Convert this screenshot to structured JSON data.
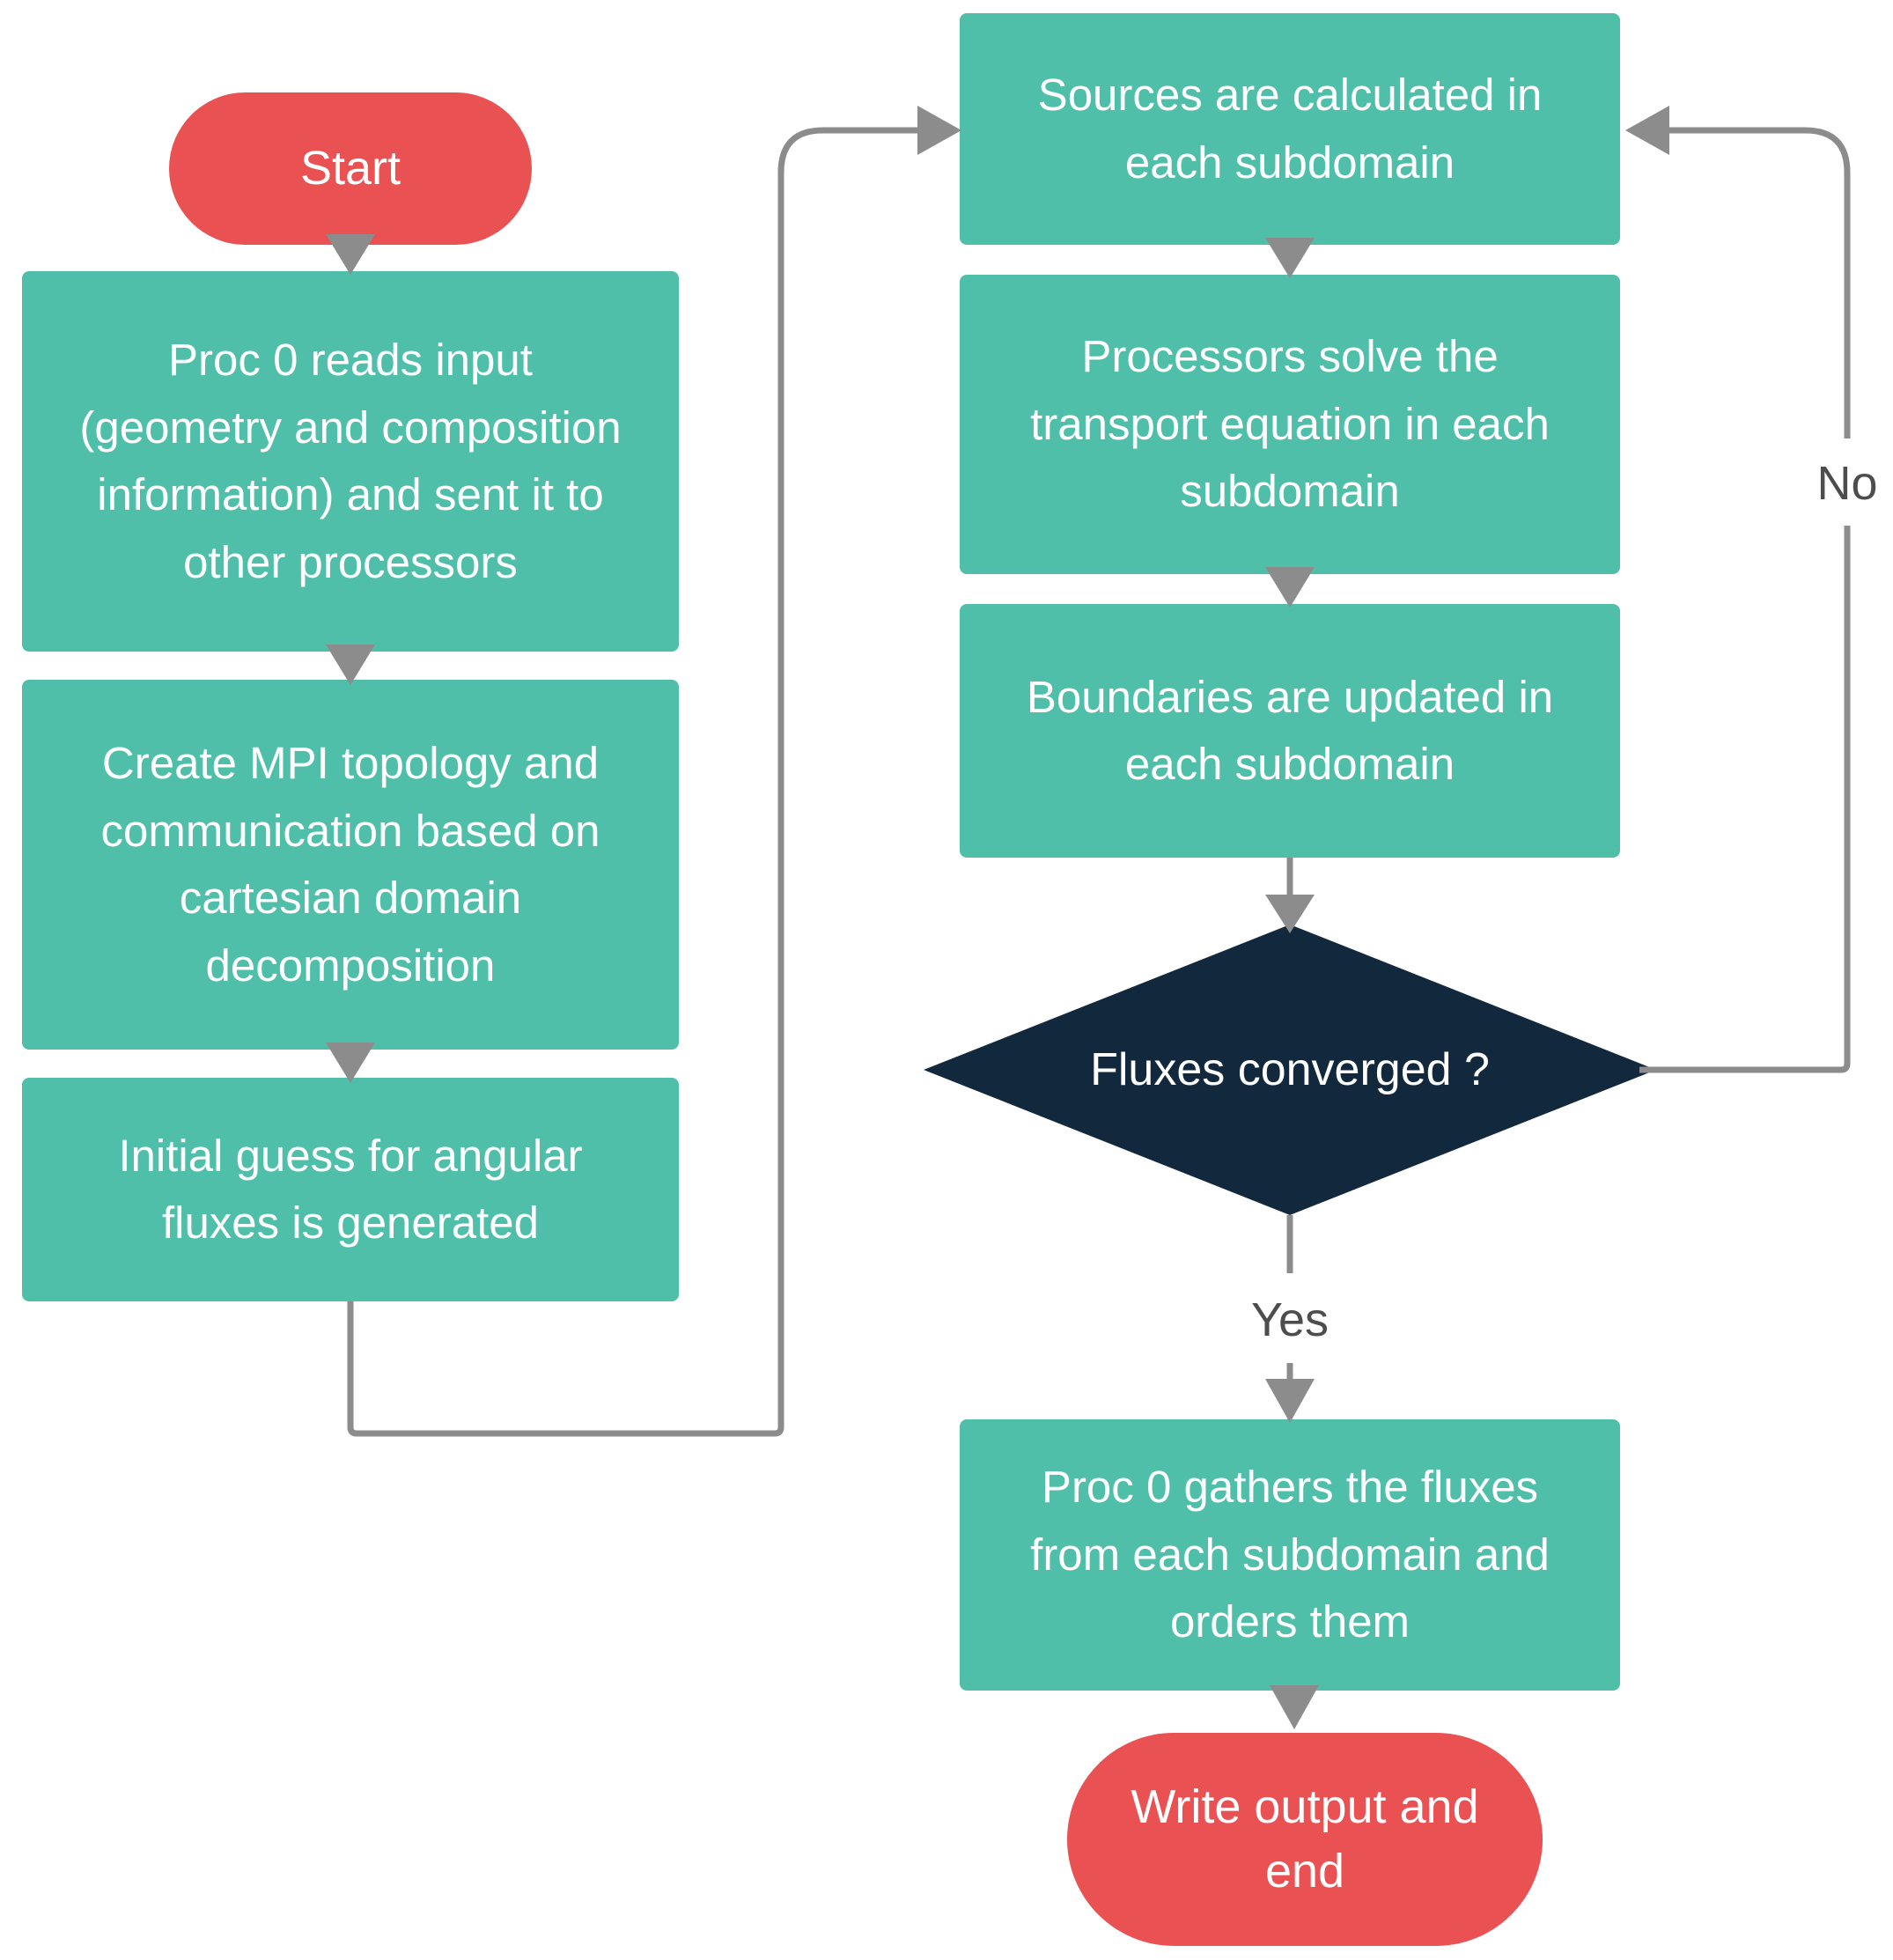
{
  "colors": {
    "process_fill": "#4FBFA9",
    "terminator_fill": "#E95153",
    "decision_fill": "#12293D",
    "connector": "#8C8C8C",
    "node_text": "#FFFFFF",
    "edge_label_text": "#4D4D4D",
    "background": "#FFFFFF"
  },
  "nodes": {
    "start": {
      "type": "terminator",
      "label": "Start"
    },
    "read_input": {
      "type": "process",
      "label": "Proc 0 reads input\n(geometry and composition\ninformation) and sent it to\nother processors"
    },
    "create_mpi": {
      "type": "process",
      "label": "Create MPI topology and\ncommunication based on\ncartesian domain\ndecomposition"
    },
    "initial_guess": {
      "type": "process",
      "label": "Initial guess for angular\nfluxes is generated"
    },
    "sources": {
      "type": "process",
      "label": "Sources are calculated in\neach subdomain"
    },
    "solve_transport": {
      "type": "process",
      "label": "Processors solve the\ntransport equation in each\nsubdomain"
    },
    "update_boundaries": {
      "type": "process",
      "label": "Boundaries are updated in\neach subdomain"
    },
    "converged": {
      "type": "decision",
      "label": "Fluxes converged ?"
    },
    "gather_fluxes": {
      "type": "process",
      "label": "Proc 0 gathers the fluxes\nfrom each subdomain and\norders them"
    },
    "end": {
      "type": "terminator",
      "label": "Write output and\nend"
    }
  },
  "edge_labels": {
    "yes": "Yes",
    "no": "No"
  }
}
